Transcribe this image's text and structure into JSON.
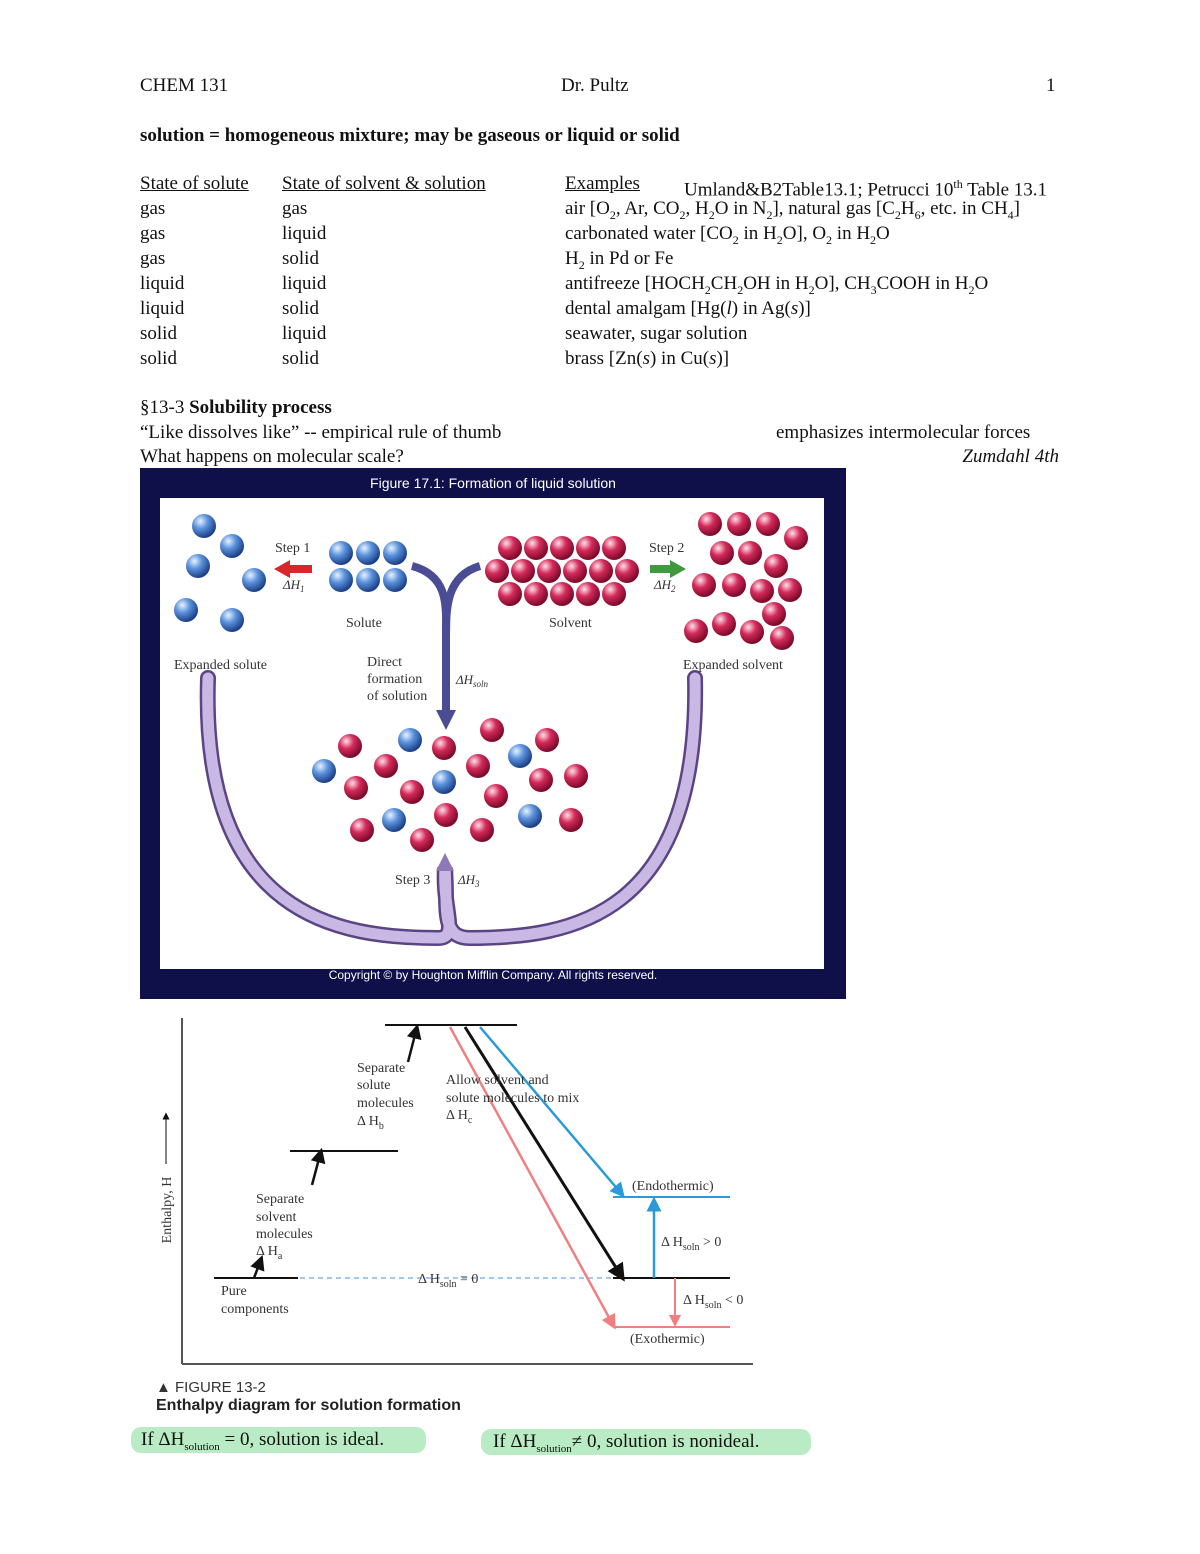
{
  "header": {
    "course": "CHEM 131",
    "instructor": "Dr. Pultz",
    "page": "1"
  },
  "definition": "solution = homogeneous mixture; may be gaseous or liquid or solid",
  "table": {
    "headers": [
      "State of solute",
      "State of solvent & solution",
      "Examples"
    ],
    "reference": {
      "pre": "Umland&B2Table13.1; Petrucci 10",
      "sup": "th",
      "post": " Table 13.1"
    },
    "rows": [
      {
        "solute": "gas",
        "solvent": "gas"
      },
      {
        "solute": "gas",
        "solvent": "liquid"
      },
      {
        "solute": "gas",
        "solvent": "solid"
      },
      {
        "solute": "liquid",
        "solvent": "liquid"
      },
      {
        "solute": "liquid",
        "solvent": "solid"
      },
      {
        "solute": "solid",
        "solvent": "liquid"
      },
      {
        "solute": "solid",
        "solvent": "solid"
      }
    ],
    "examples": {
      "r1": [
        "air [O",
        "2",
        ", Ar, CO",
        "2",
        ", H",
        "2",
        "O in N",
        "2",
        "], natural gas [C",
        "2",
        "H",
        "6",
        ", etc. in CH",
        "4",
        "]"
      ],
      "r2": [
        "carbonated water [CO",
        "2",
        " in H",
        "2",
        "O], O",
        "2",
        " in H",
        "2",
        "O"
      ],
      "r3": [
        "H",
        "2",
        " in Pd or Fe"
      ],
      "r4": [
        "antifreeze [HOCH",
        "2",
        "CH",
        "2",
        "OH in H",
        "2",
        "O], CH",
        "3",
        "COOH in H",
        "2",
        "O"
      ],
      "r5": [
        "dental amalgam [Hg(",
        "l",
        ") in Ag(",
        "s",
        ")]"
      ],
      "r6": "seawater, sugar solution",
      "r7": [
        "brass [Zn(",
        "s",
        ") in Cu(",
        "s",
        ")]"
      ]
    }
  },
  "section": {
    "number": "§13-3",
    "title": "Solubility process",
    "like_dissolves": "“Like dissolves like” --   empirical rule of thumb",
    "emphasizes": "emphasizes intermolecular forces",
    "question": "What happens on molecular scale?",
    "source": "Zumdahl 4th"
  },
  "figure1": {
    "title": "Figure 17.1: Formation of liquid solution",
    "copyright": "Copyright © by Houghton Mifflin Company. All rights reserved.",
    "step1": "Step 1",
    "dh1": "ΔH",
    "dh1_sub": "1",
    "step2": "Step 2",
    "dh2": "ΔH",
    "dh2_sub": "2",
    "step3": "Step 3",
    "dh3": "ΔH",
    "dh3_sub": "3",
    "solute": "Solute",
    "solvent": "Solvent",
    "expanded_solute": "Expanded solute",
    "expanded_solvent": "Expanded solvent",
    "direct": [
      "Direct",
      "formation",
      "of solution"
    ],
    "dhsoln": "ΔH",
    "dhsoln_sub": "soln",
    "colors": {
      "frame": "#0f0f4a",
      "solute": "#3d78c8",
      "solvent": "#c8174a",
      "arrow": "#b9a6d6",
      "step1_arrow": "#d8262a",
      "step2_arrow": "#3f9a3f"
    }
  },
  "figure2": {
    "y_axis": "Enthalpy, H",
    "separate_solute": [
      "Separate",
      "solute",
      "molecules",
      "Δ H",
      "b"
    ],
    "separate_solvent": [
      "Separate",
      "solvent",
      "molecules",
      "Δ H",
      "a"
    ],
    "allow_mix": [
      "Allow solvent and",
      "solute molecules to mix",
      "Δ H",
      "c"
    ],
    "pure": [
      "Pure",
      "components"
    ],
    "endothermic": "(Endothermic)",
    "exothermic": "(Exothermic)",
    "zero": [
      "Δ H",
      "soln",
      " = 0"
    ],
    "positive": [
      "Δ H",
      "soln",
      " > 0"
    ],
    "negative": [
      "Δ H",
      "soln",
      " < 0"
    ],
    "caption_num": "▲ FIGURE 13-2",
    "caption_title": "Enthalpy diagram for solution formation",
    "colors": {
      "endo": "#2a9ad8",
      "exo": "#f08080",
      "ideal": "#111111"
    }
  },
  "notes": {
    "ideal": [
      "If ΔH",
      "solution",
      " = 0, solution is ideal."
    ],
    "nonideal": [
      "If ΔH",
      "solution",
      "≠  0, solution is nonideal."
    ]
  }
}
